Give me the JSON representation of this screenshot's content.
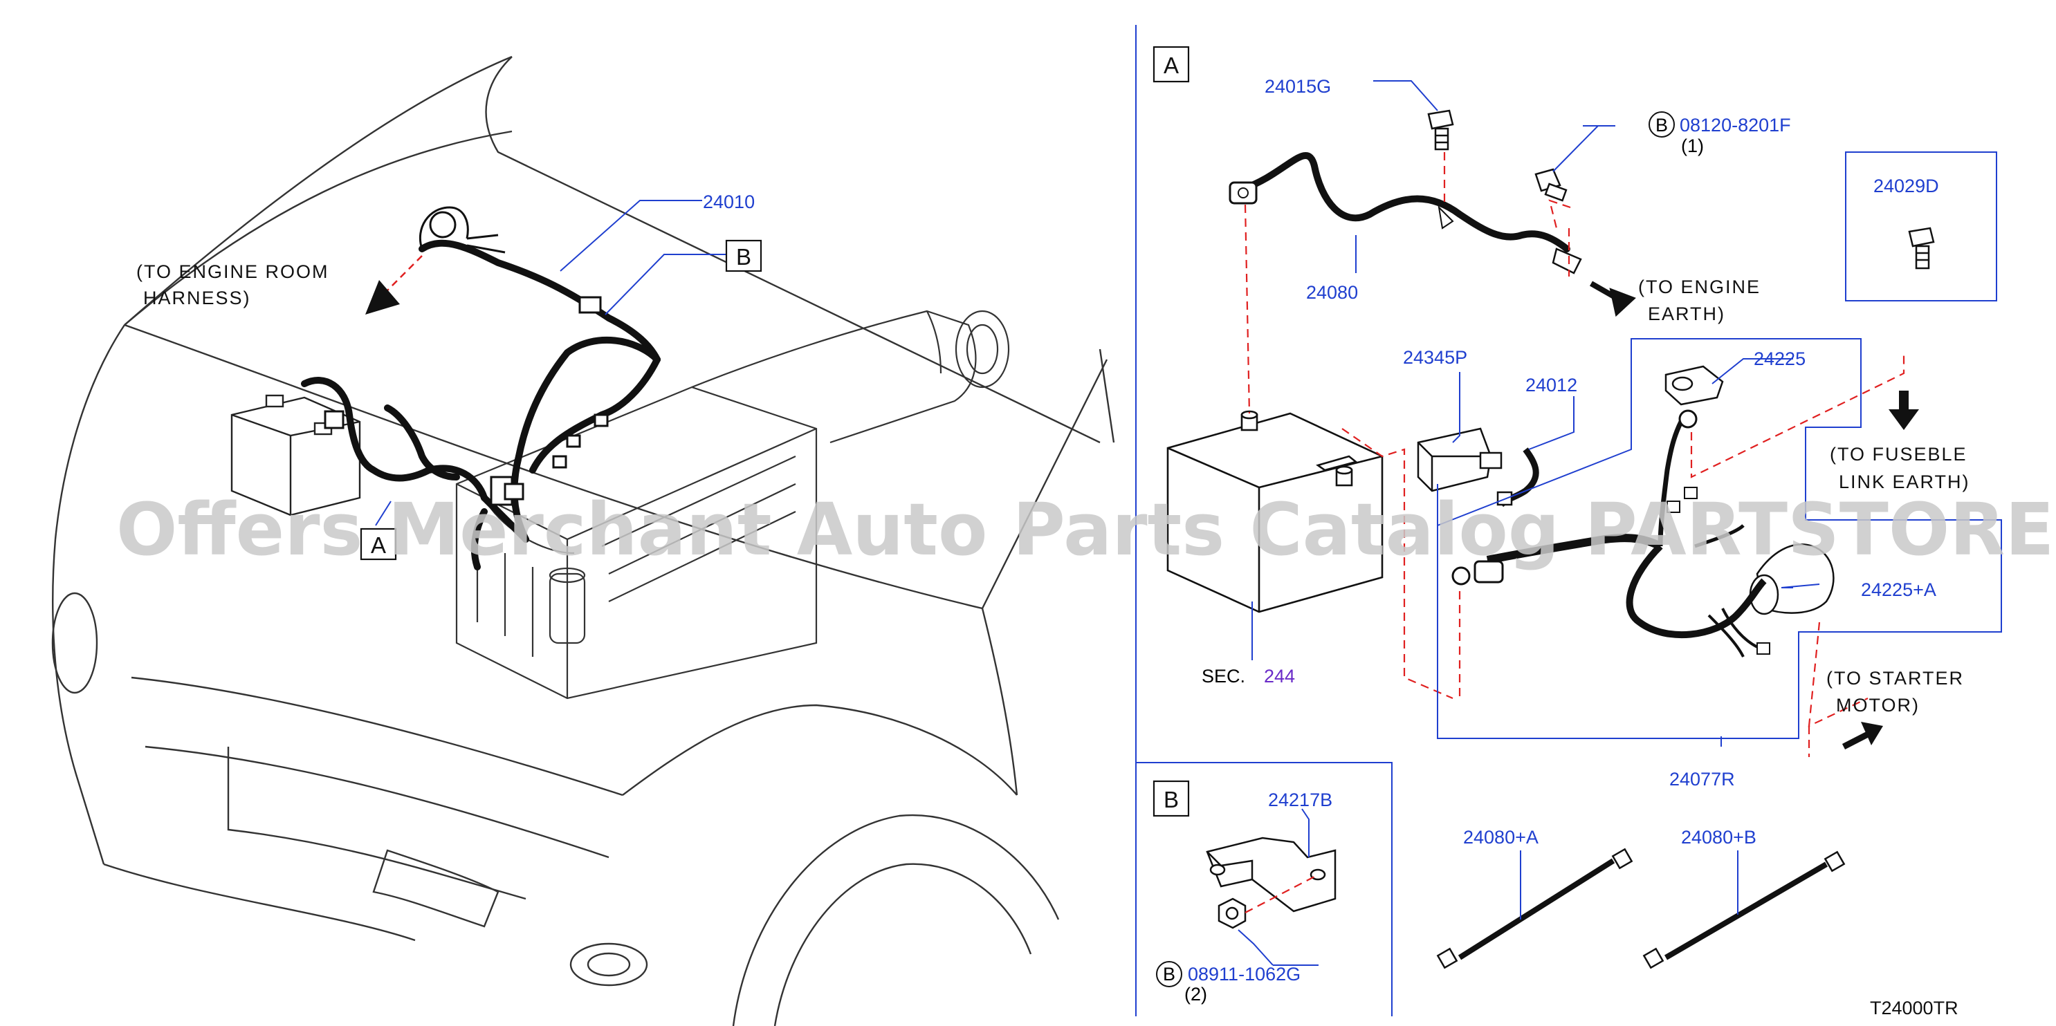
{
  "watermark": "Offers Merchant Auto Parts Catalog PARTSTORE.SA",
  "diagram_code": "T24000TR",
  "colors": {
    "part_label": "#1f3fcf",
    "leader": "#1f3fcf",
    "dash": "#e02020",
    "line": "#111111",
    "sec_value": "#6a2bc8"
  },
  "left_view": {
    "labels": {
      "harness": "24010",
      "callout_a": "A",
      "callout_b": "B",
      "to_engine_room_l1": "(TO   ENGINE   ROOM",
      "to_engine_room_l2": "HARNESS)"
    }
  },
  "panel_a": {
    "letter": "A",
    "parts": {
      "bolt_g": "24015G",
      "bolt_b_circle": "B",
      "bolt_b": "08120-8201F",
      "bolt_b_qty": "(1)",
      "bolt_d": "24029D",
      "cable_earth": "24080",
      "cover": "24345P",
      "harness_12": "24012",
      "cap": "24225",
      "cap_a": "24225+A",
      "cable_r": "24077R",
      "sec_prefix": "SEC.",
      "sec_num": "244"
    },
    "notes": {
      "to_engine_earth_l1": "(TO   ENGINE",
      "to_engine_earth_l2": "EARTH)",
      "to_fuse_l1": "(TO   FUSEBLE",
      "to_fuse_l2": "LINK   EARTH)",
      "to_starter_l1": "(TO   STARTER",
      "to_starter_l2": "MOTOR)"
    }
  },
  "panel_b": {
    "letter": "B",
    "parts": {
      "bracket": "24217B",
      "nut_circle": "B",
      "nut": "08911-1062G",
      "nut_qty": "(2)"
    }
  },
  "loose_parts": {
    "cable_a": "24080+A",
    "cable_b": "24080+B"
  }
}
